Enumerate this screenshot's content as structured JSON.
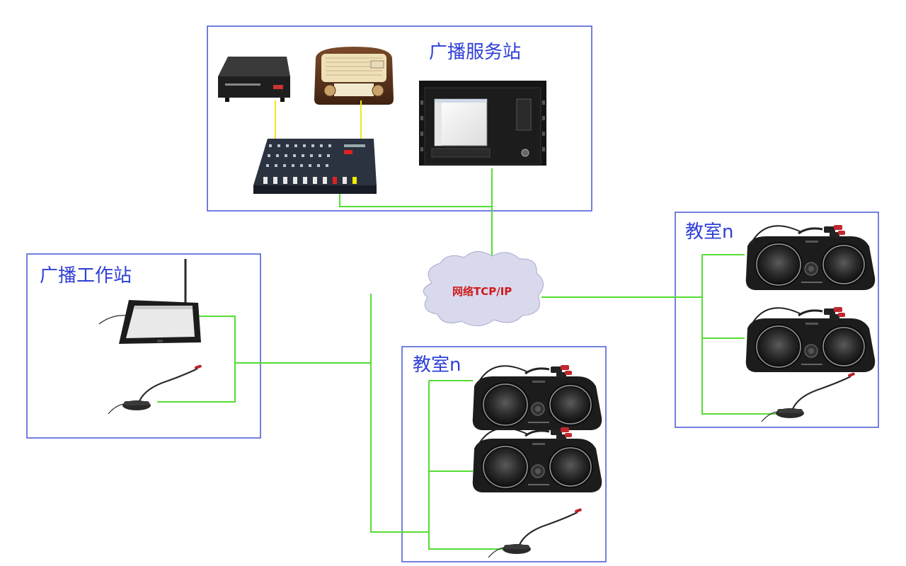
{
  "diagram": {
    "zones": {
      "server": {
        "title": "广播服务站"
      },
      "workstation": {
        "title": "广播工作站"
      },
      "classroom_right": {
        "title": "教室n"
      },
      "classroom_bottom": {
        "title": "教室n"
      }
    },
    "network": {
      "label": "网络TCP/IP"
    },
    "colors": {
      "zone_border": "#4456d6",
      "title": "#2f3fd6",
      "link_green": "#55dd33",
      "audio_yellow": "#f2e81b",
      "cloud_fill": "#d9d9ee",
      "cloud_text": "#d11a1a",
      "device_dark": "#1f1f1f"
    },
    "devices": {
      "server_zone": [
        "dvd-player",
        "vintage-radio",
        "audio-mixer",
        "rack-broadcast-controller"
      ],
      "workstation_zone": [
        "touch-tablet-terminal",
        "gooseneck-microphone"
      ],
      "classroom_zone": [
        "dual-speaker-amplifier",
        "dual-speaker-amplifier",
        "gooseneck-microphone"
      ]
    }
  }
}
